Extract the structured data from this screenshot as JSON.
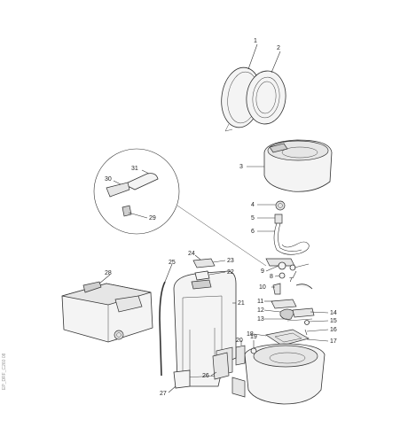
{
  "callouts": [
    {
      "id": "c1",
      "text": "1"
    },
    {
      "id": "c2",
      "text": "2"
    },
    {
      "id": "c3",
      "text": "3"
    },
    {
      "id": "c4",
      "text": "4"
    },
    {
      "id": "c5",
      "text": "5"
    },
    {
      "id": "c6",
      "text": "6"
    },
    {
      "id": "c7",
      "text": "7"
    },
    {
      "id": "c8",
      "text": "8"
    },
    {
      "id": "c9",
      "text": "9"
    },
    {
      "id": "c10",
      "text": "10"
    },
    {
      "id": "c11",
      "text": "11"
    },
    {
      "id": "c12",
      "text": "12"
    },
    {
      "id": "c13",
      "text": "13"
    },
    {
      "id": "c14",
      "text": "14"
    },
    {
      "id": "c15",
      "text": "15"
    },
    {
      "id": "c16",
      "text": "16"
    },
    {
      "id": "c17",
      "text": "17"
    },
    {
      "id": "c18",
      "text": "18"
    },
    {
      "id": "c19",
      "text": "19"
    },
    {
      "id": "c20",
      "text": "20"
    },
    {
      "id": "c21",
      "text": "21"
    },
    {
      "id": "c22",
      "text": "22"
    },
    {
      "id": "c23",
      "text": "23"
    },
    {
      "id": "c24",
      "text": "24"
    },
    {
      "id": "c25",
      "text": "25"
    },
    {
      "id": "c26",
      "text": "26"
    },
    {
      "id": "c27",
      "text": "27"
    },
    {
      "id": "c28",
      "text": "28"
    },
    {
      "id": "c29",
      "text": "29"
    },
    {
      "id": "c30",
      "text": "30"
    },
    {
      "id": "c31",
      "text": "31"
    }
  ],
  "side_code": "EP_DRF_C260 08"
}
